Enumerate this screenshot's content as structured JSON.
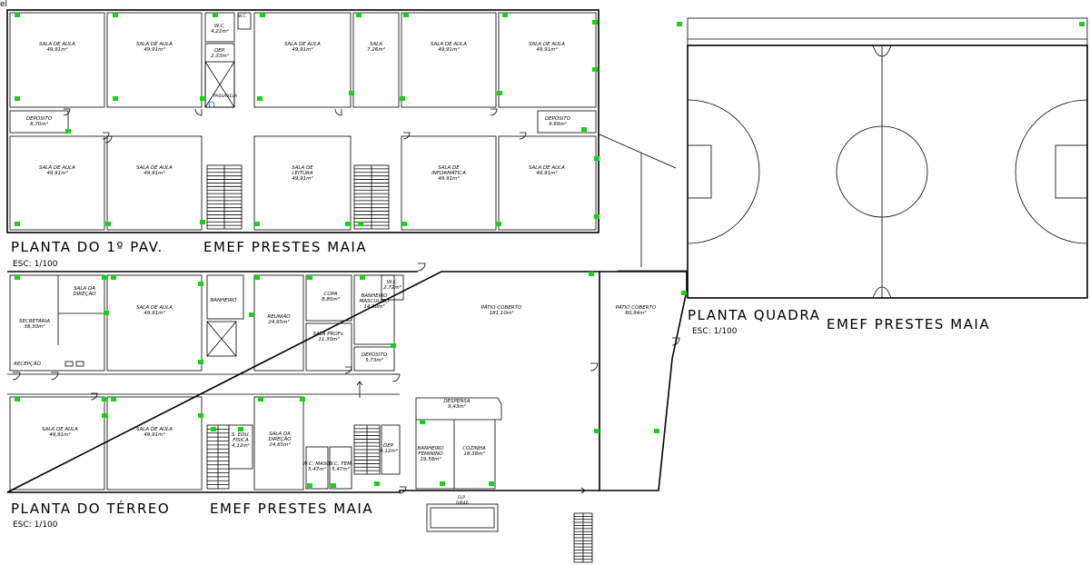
{
  "corner_label": "el",
  "colors": {
    "line": "#000000",
    "mark": "#17d217",
    "background": "#ffffff",
    "accent": "#1a3cff"
  },
  "upper_floor": {
    "title": "PLANTA DO 1º PAV.",
    "school": "EMEF PRESTES MAIA",
    "scale": "ESC: 1/100",
    "rooms": [
      {
        "name": "SALA DE AULA",
        "area": "49,91m²"
      },
      {
        "name": "SALA DE AULA",
        "area": "49,91m²"
      },
      {
        "name": "W.C.",
        "area": "4,22m²"
      },
      {
        "name": "DEP.",
        "area": "2,33m²"
      },
      {
        "name": "SALA DE AULA",
        "area": "49,91m²"
      },
      {
        "name": "SALA",
        "area": "7,26m²"
      },
      {
        "name": "SALA DE AULA",
        "area": "49,91m²"
      },
      {
        "name": "SALA DE AULA",
        "area": "49,91m²"
      },
      {
        "name": "DEPÓSITO",
        "area": "8,70m²"
      },
      {
        "name": "DEPÓSITO",
        "area": "9,69m²"
      },
      {
        "name": "SALA DE AULA",
        "area": "49,91m²"
      },
      {
        "name": "SALA DE AULA",
        "area": "49,91m²"
      },
      {
        "name": "SALA DE LEITURA",
        "area": "49,91m²"
      },
      {
        "name": "SALA DE INFORMÁTICA",
        "area": "49,91m²"
      },
      {
        "name": "SALA DE AULA",
        "area": "49,91m²"
      }
    ],
    "small_labels": [
      "W.C.",
      "PASSARELA"
    ]
  },
  "ground_floor": {
    "title": "PLANTA DO TÉRREO",
    "school": "EMEF PRESTES MAIA",
    "scale": "ESC: 1/100",
    "rooms": [
      {
        "name": "SECRETARIA",
        "area": "38,30m²"
      },
      {
        "name": "SALA DA DIREÇÃO",
        "area": ""
      },
      {
        "name": "RECEPÇÃO",
        "area": ""
      },
      {
        "name": "SALA DE AULA",
        "area": "49,91m²"
      },
      {
        "name": "BANHEIRO",
        "area": ""
      },
      {
        "name": "REUNIÃO",
        "area": "24,65m²"
      },
      {
        "name": "COPA",
        "area": "8,80m²"
      },
      {
        "name": "SALA PROFs.",
        "area": "11,30m²"
      },
      {
        "name": "BANHEIRO MASCULINO",
        "area": "14,80m²"
      },
      {
        "name": "W.C.",
        "area": "2,72m²"
      },
      {
        "name": "DEPÓSITO",
        "area": "5,73m²"
      },
      {
        "name": "PÁTIO COBERTO",
        "area": "181,10m²"
      },
      {
        "name": "PÁTIO COBERTO",
        "area": "60,94m²"
      },
      {
        "name": "SALA DE AULA",
        "area": "49,91m²"
      },
      {
        "name": "SALA DE AULA",
        "area": "49,91m²"
      },
      {
        "name": "S. EDU. FÍSICA",
        "area": "4,12m²"
      },
      {
        "name": "SALA DA DIREÇÃO",
        "area": "24,65m²"
      },
      {
        "name": "W.C. MASC.",
        "area": "5,47m²"
      },
      {
        "name": "W.C. FEM.",
        "area": "5,47m²"
      },
      {
        "name": "DEP.",
        "area": "4,12m²"
      },
      {
        "name": "DESPENSA",
        "area": "9,43m²"
      },
      {
        "name": "BANHEIRO FEMININO",
        "area": "19,58m²"
      },
      {
        "name": "COZINHA",
        "area": "18,38m²"
      }
    ],
    "small_labels": [
      "ELP",
      "DIR46"
    ]
  },
  "court": {
    "title": "PLANTA QUADRA",
    "school": "EMEF PRESTES MAIA",
    "scale": "ESC: 1/100"
  }
}
